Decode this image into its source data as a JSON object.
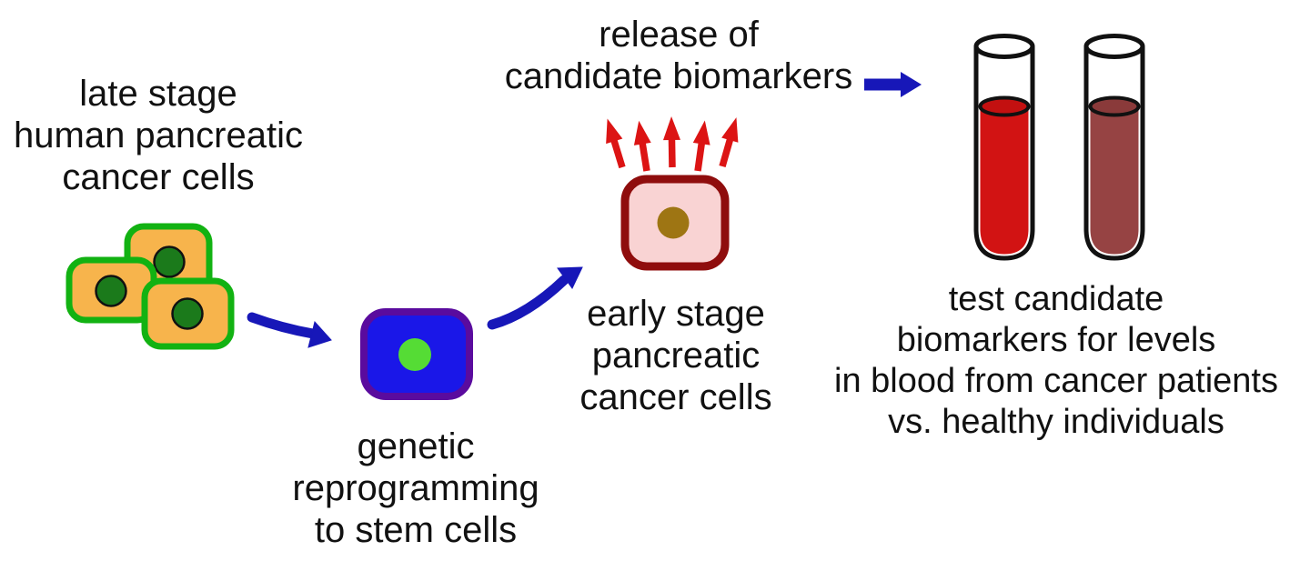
{
  "diagram": {
    "labels": {
      "late_stage": {
        "lines": [
          "late stage",
          "human pancreatic",
          "cancer cells"
        ]
      },
      "genetic_reprogramming": {
        "lines": [
          "genetic",
          "reprogramming",
          "to stem cells"
        ]
      },
      "early_stage": {
        "lines": [
          "early stage",
          "pancreatic",
          "cancer cells"
        ]
      },
      "release_biomarkers": {
        "lines": [
          "release of",
          "candidate biomarkers"
        ]
      },
      "test_biomarkers": {
        "lines": [
          "test candidate",
          "biomarkers for levels",
          "in blood from cancer patients",
          "vs. healthy individuals"
        ]
      }
    },
    "colors": {
      "text": "#111111",
      "cancer_cell_fill": "#F7B44C",
      "cancer_cell_border": "#12B212",
      "cancer_cell_nucleus": "#1B7A1B",
      "nucleus_outline": "#111111",
      "stem_cell_fill": "#1A17E8",
      "stem_cell_border": "#5A0B9E",
      "stem_cell_nucleus": "#55DC35",
      "early_cell_fill": "#F9D3D3",
      "early_cell_border": "#8F0D0D",
      "early_cell_nucleus": "#9E7513",
      "blue_arrow": "#1717B8",
      "red_arrow": "#DC1414",
      "tube_outline": "#111111",
      "tube_glass": "#FFFFFF",
      "tube1_blood": "#D21313",
      "tube1_blood_surface": "#C31010",
      "tube2_blood": "#964343",
      "tube2_blood_surface": "#8A3A3A"
    }
  }
}
